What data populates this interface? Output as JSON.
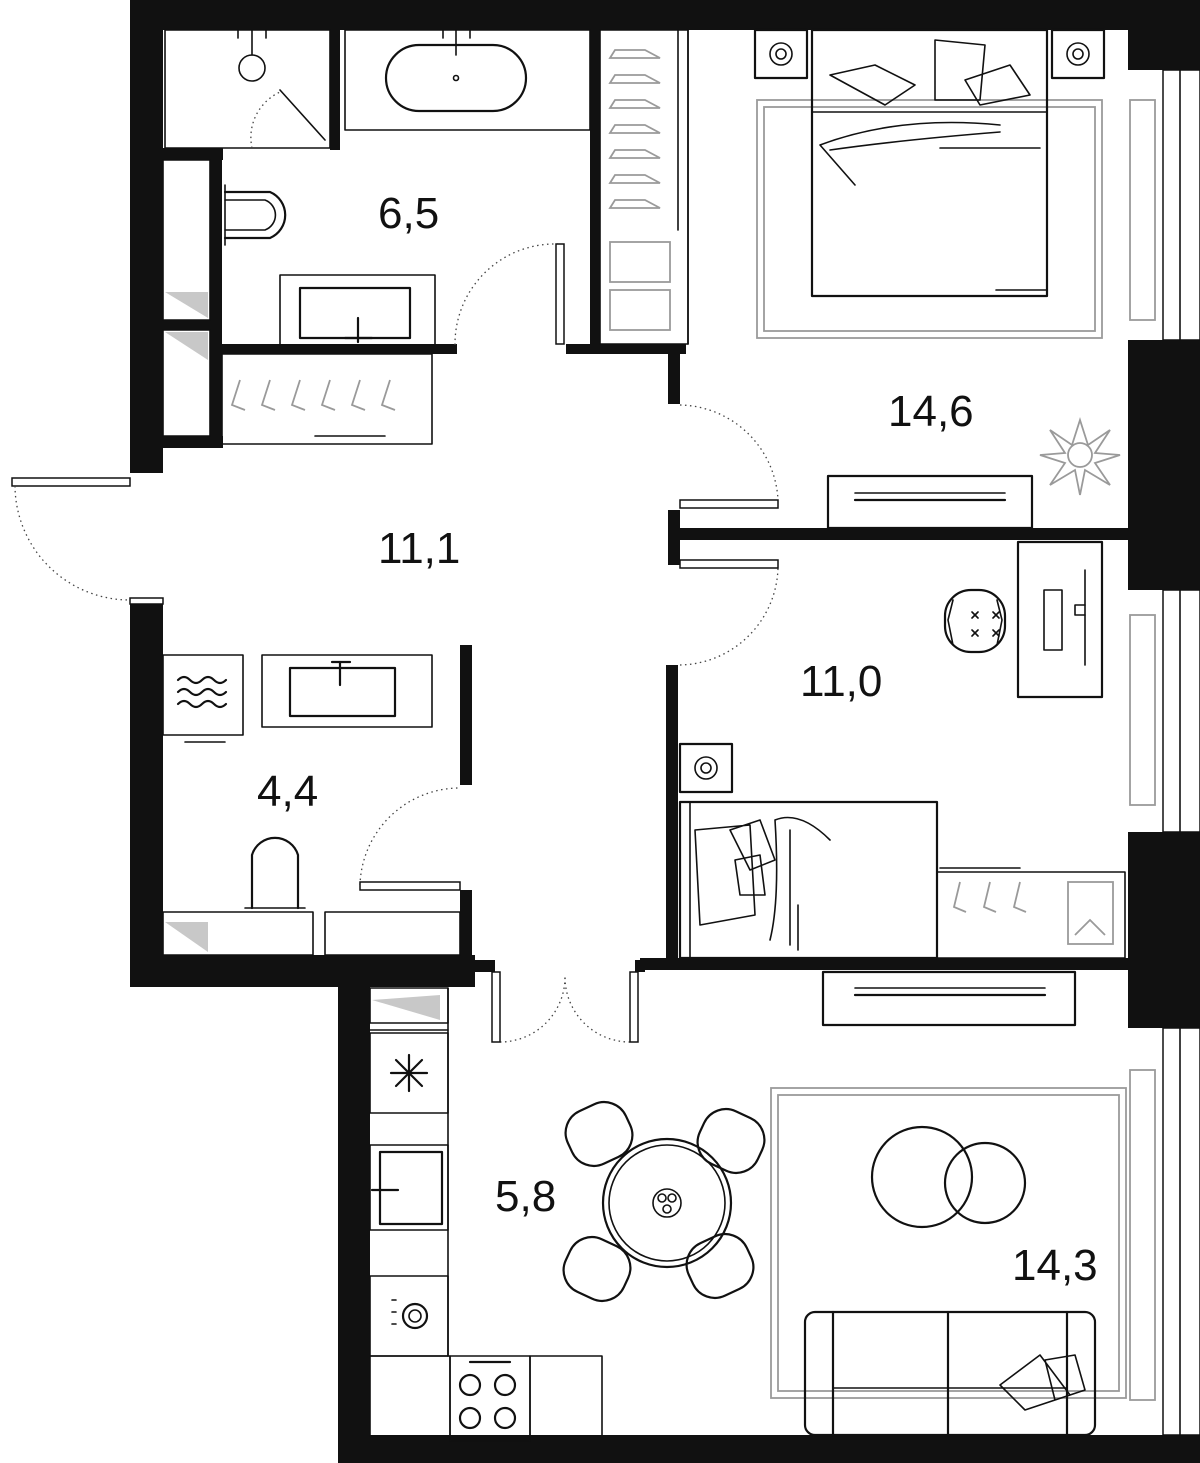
{
  "rooms": {
    "bathroom": {
      "area": "6,5"
    },
    "bedroom_main": {
      "area": "14,6"
    },
    "hallway": {
      "area": "11,1"
    },
    "bedroom_small": {
      "area": "11,0"
    },
    "bathroom_guest": {
      "area": "4,4"
    },
    "kitchen": {
      "area": "5,8"
    },
    "living_room": {
      "area": "14,3"
    }
  },
  "icons": {
    "freezer": "snowflake-icon",
    "washer": "waves-icon",
    "plant": "plant-icon",
    "stove": "stove-burners-icon",
    "oven": "oven-icon",
    "dishes": "dish-rack-icon"
  },
  "colors": {
    "wall": "#111111",
    "furniture_line": "#111111",
    "rug": "#9a9a9a",
    "background": "#ffffff"
  }
}
